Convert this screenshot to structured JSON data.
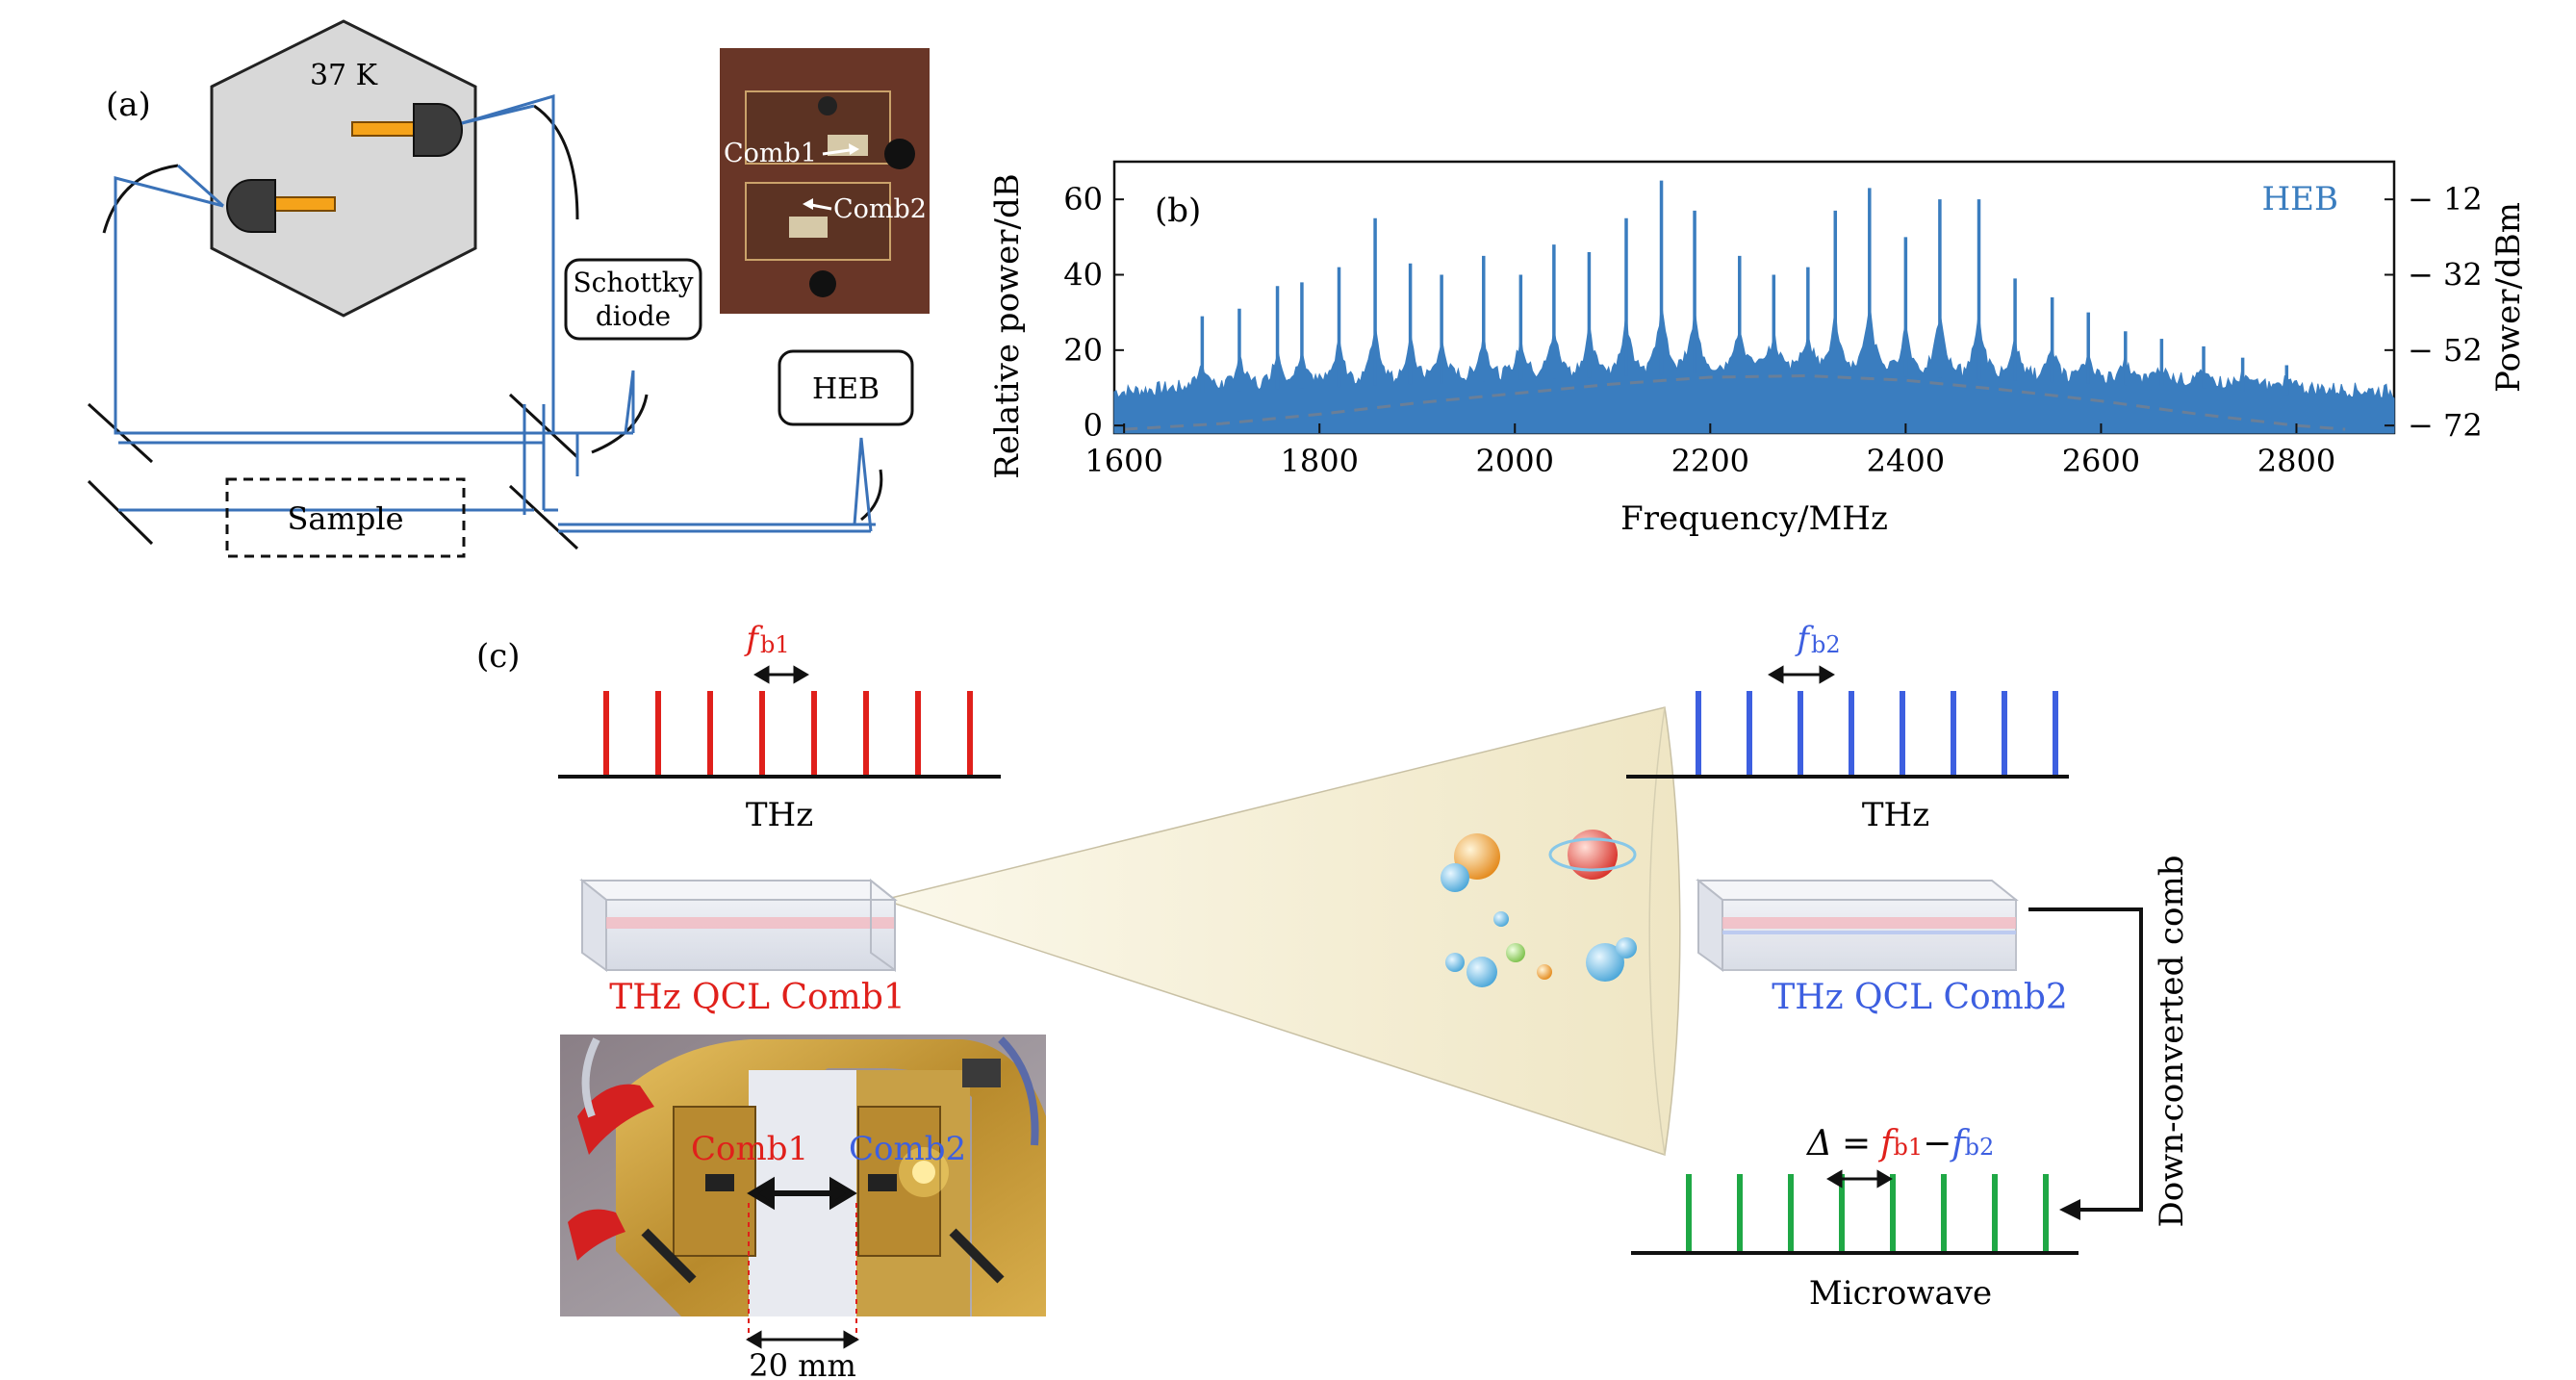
{
  "panel_a": {
    "label": "(a)",
    "temperature": "37 K",
    "schottky_line1": "Schottky",
    "schottky_line2": "diode",
    "heb": "HEB",
    "sample": "Sample",
    "photo_comb1": "Comb1",
    "photo_comb2": "Comb2"
  },
  "panel_b": {
    "label": "(b)",
    "legend": "HEB",
    "xlabel": "Frequency/MHz",
    "ylabel": "Relative power/dB",
    "y2label": "Power/dBm"
  },
  "panel_c": {
    "label": "(c)",
    "fb1_symbol": "f",
    "fb1_sub": "b1",
    "fb2_symbol": "f",
    "fb2_sub": "b2",
    "thz_left": "THz",
    "thz_right": "THz",
    "comb1_caption": "THz QCL Comb1",
    "comb2_caption": "THz QCL Comb2",
    "downconverted": "Down-converted comb",
    "delta": "Δ",
    "equals": "=",
    "minus": "−",
    "microwave": "Microwave",
    "photo_comb1": "Comb1",
    "photo_comb2": "Comb2",
    "scale": "20 mm"
  },
  "chart_data": {
    "type": "line",
    "title": "",
    "xlabel": "Frequency/MHz",
    "ylabel": "Relative power/dB",
    "y2label": "Power/dBm",
    "xlim": [
      1590,
      2900
    ],
    "ylim": [
      -2,
      70
    ],
    "y2lim": [
      -74,
      -2
    ],
    "xticks": [
      1600,
      1800,
      2000,
      2200,
      2400,
      2600,
      2800
    ],
    "yticks": [
      0,
      20,
      40,
      60
    ],
    "y2ticks": [
      -72,
      -52,
      -32,
      -12
    ],
    "legend": "top-right",
    "grid": false,
    "series": [
      {
        "name": "HEB",
        "color": "#3a7dbf",
        "floor": {
          "x": [
            1600,
            1700,
            1800,
            1900,
            2000,
            2100,
            2200,
            2300,
            2400,
            2500,
            2600,
            2700,
            2800,
            2900
          ],
          "y": [
            7,
            9,
            10,
            11,
            12,
            13,
            14,
            14,
            13,
            12,
            11,
            10,
            8,
            7
          ]
        },
        "peaks": {
          "x": [
            1680,
            1718,
            1757,
            1782,
            1820,
            1857,
            1893,
            1925,
            1968,
            2006,
            2040,
            2076,
            2114,
            2150,
            2184,
            2230,
            2265,
            2300,
            2328,
            2363,
            2400,
            2435,
            2475,
            2512,
            2550,
            2587,
            2625,
            2662,
            2705,
            2745,
            2790
          ],
          "y": [
            29,
            31,
            37,
            38,
            42,
            55,
            43,
            40,
            45,
            40,
            48,
            46,
            55,
            65,
            57,
            45,
            40,
            42,
            57,
            63,
            50,
            60,
            60,
            39,
            34,
            30,
            25,
            23,
            21,
            18,
            16
          ]
        }
      },
      {
        "name": "",
        "style": "dashed",
        "color": "#6a7f98",
        "x": [
          1600,
          1700,
          1800,
          1900,
          2000,
          2100,
          2200,
          2300,
          2400,
          2500,
          2600,
          2700,
          2800,
          2850
        ],
        "y": [
          -1,
          0.5,
          3,
          6,
          8.5,
          11,
          12.8,
          13.2,
          12,
          9.5,
          6.5,
          3,
          0,
          -1
        ]
      }
    ]
  },
  "colors": {
    "blue": "#3a72b8",
    "red": "#e0201b",
    "comb_blue": "#3d5fe0",
    "green": "#1fa845",
    "gold": "#c89a3a",
    "gray_fill": "#d6d6d6",
    "orange": "#f5a31a"
  }
}
